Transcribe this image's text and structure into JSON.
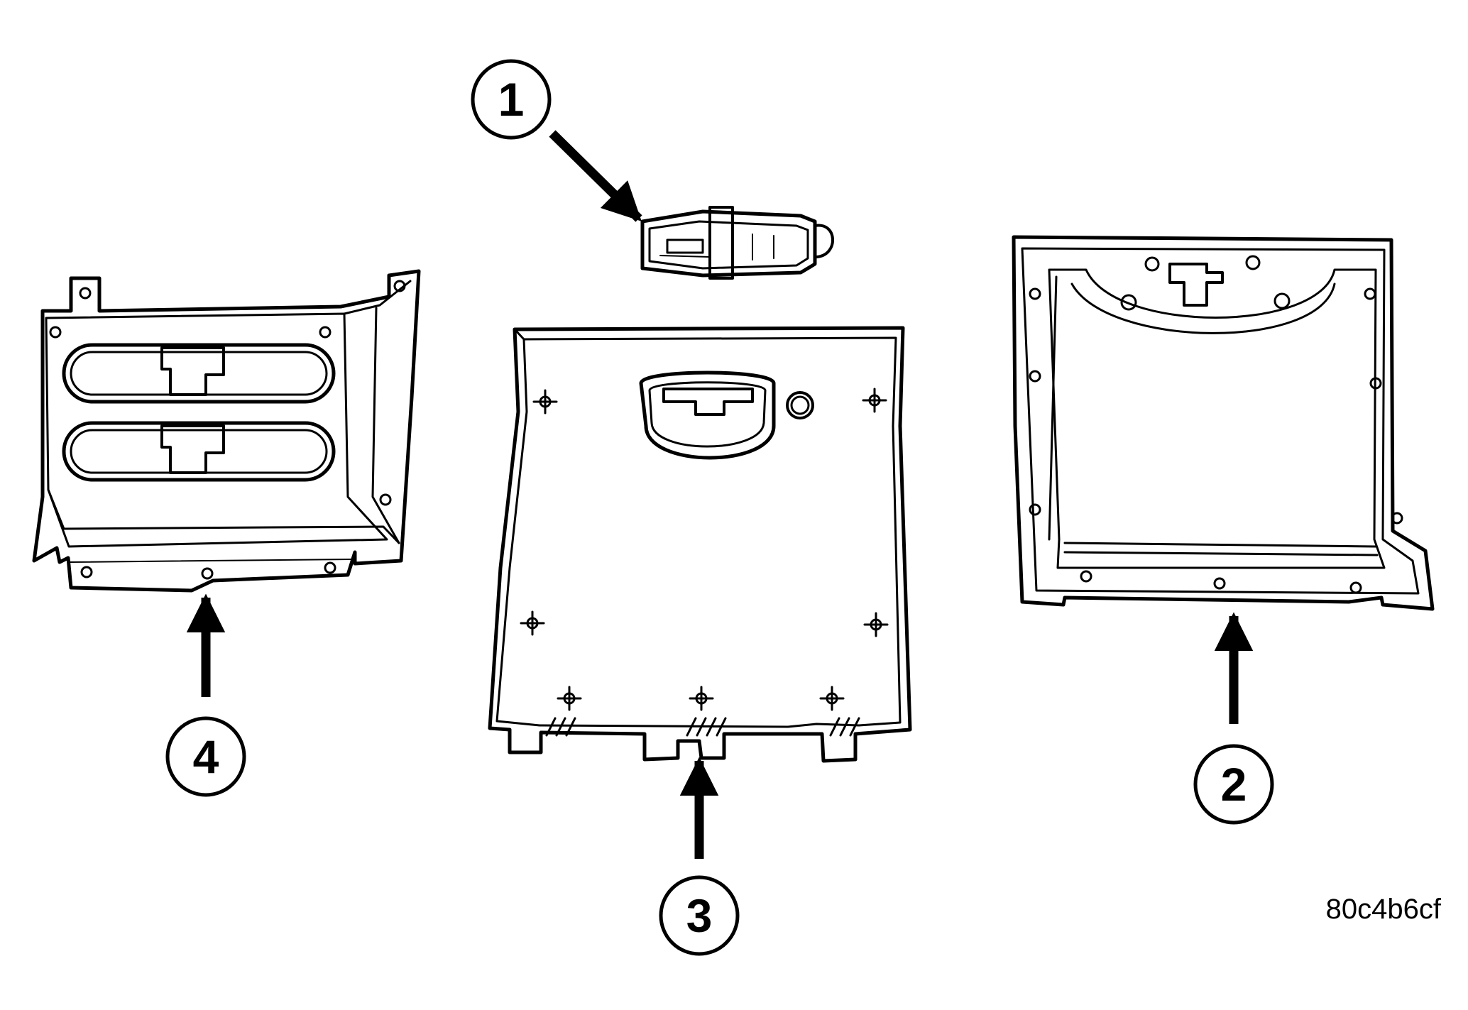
{
  "figure": {
    "id_code": "80c4b6cf",
    "callouts": [
      {
        "number": "1"
      },
      {
        "number": "2"
      },
      {
        "number": "3"
      },
      {
        "number": "4"
      }
    ]
  }
}
